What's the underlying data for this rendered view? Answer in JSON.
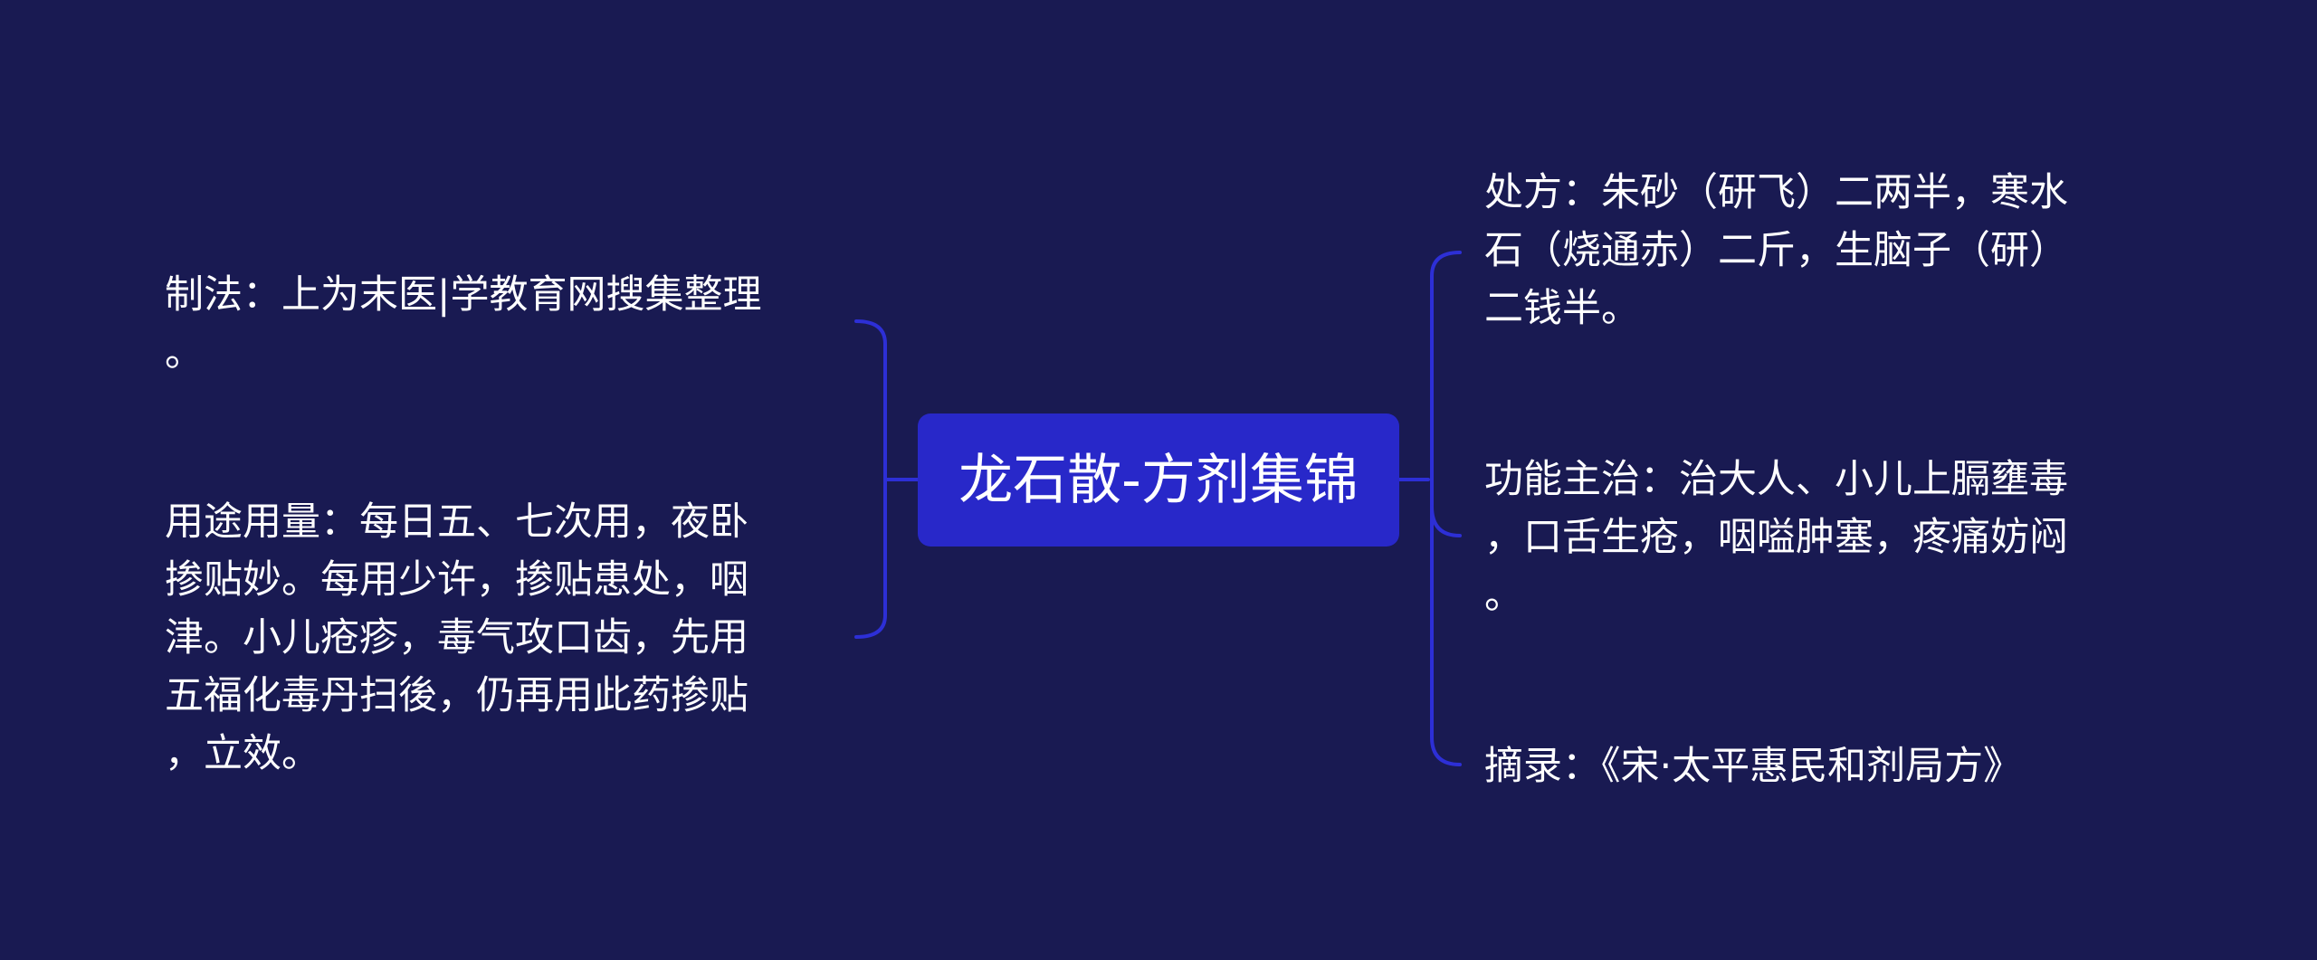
{
  "center": {
    "title": "龙石散-方剂集锦"
  },
  "left_branches": [
    {
      "lines": [
        "制法：上为末医|学教育网搜集整理",
        "。"
      ]
    },
    {
      "lines": [
        "用途用量：每日五、七次用，夜卧",
        "掺贴妙。每用少许，掺贴患处，咽",
        "津。小儿疮疹，毒气攻口齿，先用",
        "五福化毒丹扫後，仍再用此药掺贴",
        "，立效。"
      ]
    }
  ],
  "right_branches": [
    {
      "lines": [
        "处方：朱砂（研飞）二两半，寒水",
        "石（烧通赤）二斤，生脑子（研）",
        "二钱半。"
      ]
    },
    {
      "lines": [
        "功能主治：治大人、小儿上膈壅毒",
        "，口舌生疮，咽嗌肿塞，疼痛妨闷",
        "。"
      ]
    },
    {
      "lines": [
        "摘录：《宋·太平惠民和剂局方》"
      ]
    }
  ],
  "colors": {
    "background": "#191a52",
    "center_fill": "#2828c9",
    "connector": "#2d2fd6",
    "text": "#ffffff"
  }
}
